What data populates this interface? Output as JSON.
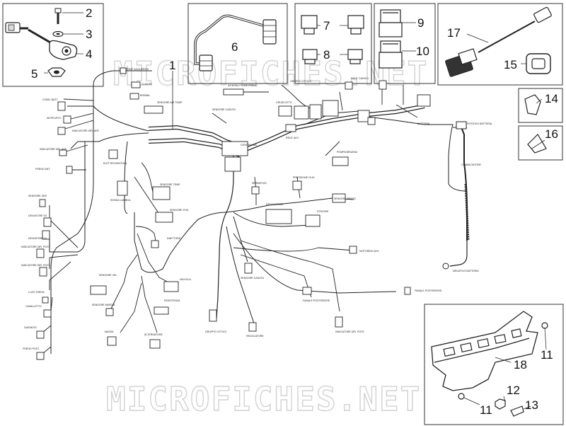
{
  "watermark": {
    "text": "MICROFICHES.NET"
  },
  "callouts": {
    "c1": "1",
    "c2": "2",
    "c3": "3",
    "c4": "4",
    "c5": "5",
    "c6": "6",
    "c7": "7",
    "c8": "8",
    "c9": "9",
    "c10": "10",
    "c11a": "11",
    "c11b": "11",
    "c12": "12",
    "c13": "13",
    "c14": "14",
    "c15": "15",
    "c16": "16",
    "c17": "17",
    "c18": "18"
  },
  "labels": {
    "l01": "TEMP. ACQUEROS",
    "l02": "CLAXON",
    "l03": "BOBINA",
    "l04": "CONN. BATT.",
    "l05": "ANTIFURTO",
    "l06": "FRENO ANT.",
    "l07": "INDICATORE DIR. ANT.",
    "l08": "INDICATORE DIR. ANT.",
    "l09": "SENSORE GIRI",
    "l10": "ELETTROVENTOLA",
    "l11": "SENSORE AIR TEMP.",
    "l12": "DEVIATORE SX",
    "l13": "DEVIATORE DX",
    "l14": "RELE' CARICO",
    "l15": "SENSORE TEMP.",
    "l16": "SENSORE POS.",
    "l17": "INIETTORE",
    "l18": "SONDA LAMBDA",
    "l19": "INTERRUTTORE FRENO",
    "l20": "SENSORE CADUTA",
    "l21": "POMPA BENZINA",
    "l22": "BATTERIA",
    "l23": "SERBATOIO",
    "l24": "COMMUTATORE",
    "l25": "PRESSIONE OLIO",
    "l26": "CENTRALINA",
    "l27": "GRUPPO OTTICO",
    "l28": "SENSORE PRESS.",
    "l29": "CRUSCOTTO",
    "l30": "RELE' AVV.",
    "l31": "REGOLATORE",
    "l32": "STATORE",
    "l33": "MOTORINO AVV.",
    "l34": "FANALE POSTERIORE",
    "l35": "INDICATORE DIR. POST.",
    "l36": "INDICATORE DIR. POST.",
    "l37": "LUCE TARGA",
    "l38": "SENSORE MARCIA",
    "l39": "CAVALLETTO",
    "l40": "DIAGNOSI",
    "l41": "FRENO POST.",
    "l42": "MASSA",
    "l43": "ALTERNATORE",
    "l44": "VALVOLA",
    "l45": "RESISTENZA",
    "l46": "SENSORE VEL.",
    "l47": "POSITIVO BATTERIA",
    "l48": "NEGATIVO BATTERIA"
  }
}
